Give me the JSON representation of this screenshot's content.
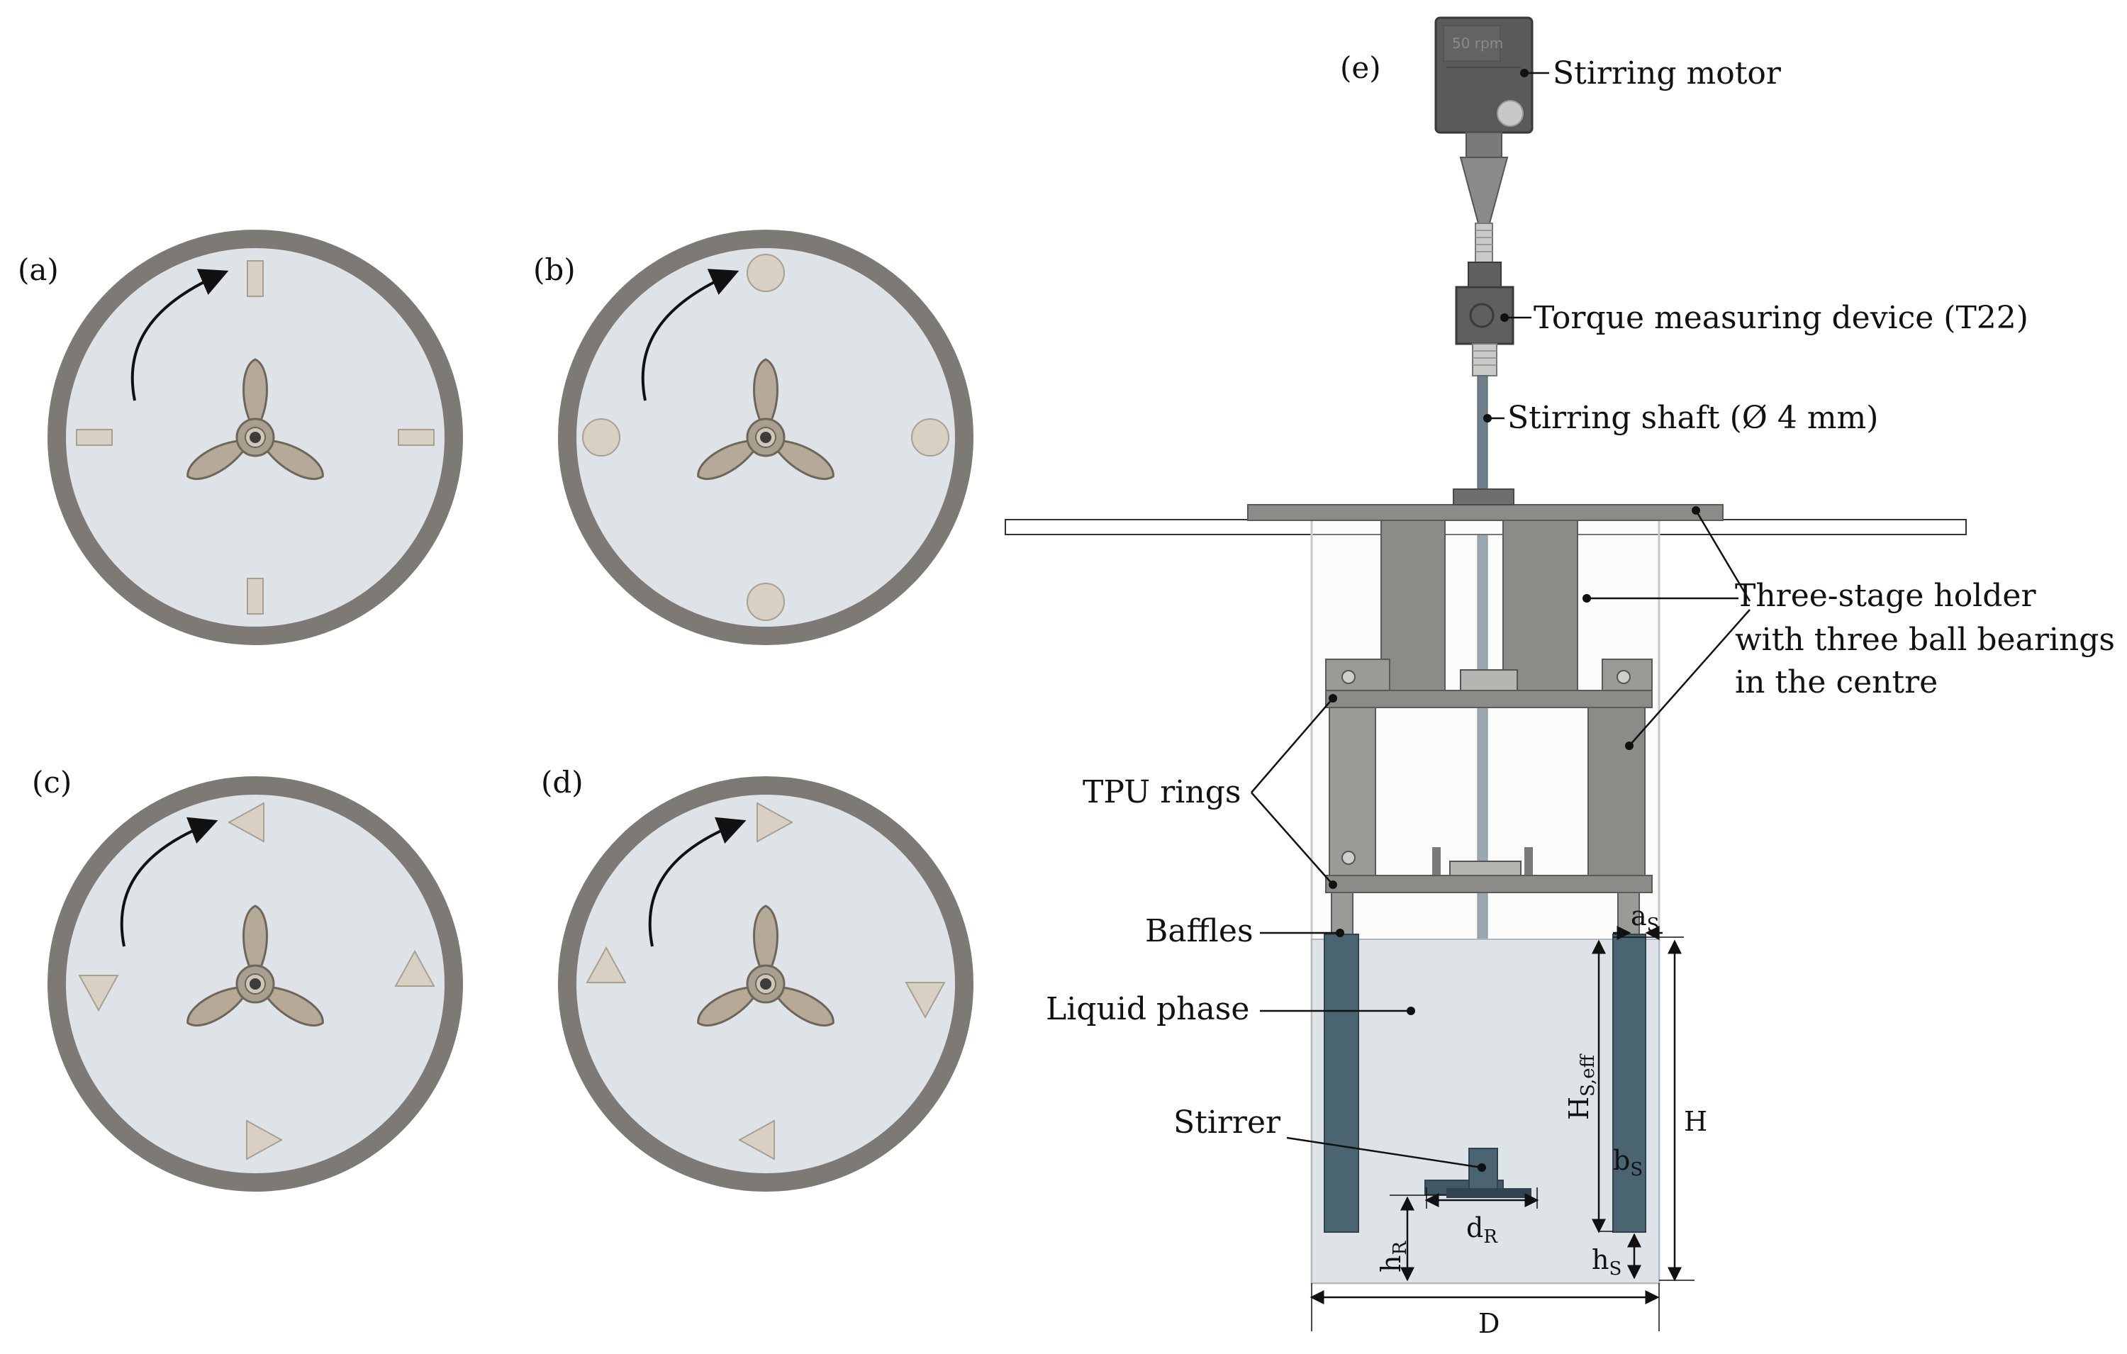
{
  "panels": {
    "a": "(a)",
    "b": "(b)",
    "c": "(c)",
    "d": "(d)",
    "e": "(e)"
  },
  "motor_display": "50 rpm",
  "labels": {
    "stirring_motor": "Stirring motor",
    "torque_device": "Torque measuring device (T22)",
    "stirring_shaft": "Stirring shaft (Ø 4 mm)",
    "holder_line1": "Three-stage holder",
    "holder_line2": "with three ball bearings",
    "holder_line3": "in the centre",
    "tpu_rings": "TPU rings",
    "baffles": "Baffles",
    "liquid_phase": "Liquid phase",
    "stirrer": "Stirrer"
  },
  "dimensions": {
    "a_s": {
      "main": "a",
      "sub": "S"
    },
    "h_s_eff": {
      "main": "H",
      "sub": "S,eff"
    },
    "H": {
      "main": "H",
      "sub": ""
    },
    "b_s": {
      "main": "b",
      "sub": "S"
    },
    "d_r": {
      "main": "d",
      "sub": "R"
    },
    "h_r": {
      "main": "h",
      "sub": "R"
    },
    "h_s": {
      "main": "h",
      "sub": "S"
    },
    "D": {
      "main": "D",
      "sub": ""
    }
  },
  "colors": {
    "vessel_wall": "#7d7a75",
    "liquid": "#dde3e7",
    "baffle_fill": "#d8d0c2",
    "impeller": "#b5aa98",
    "holder": "#8b8b88",
    "baffle_side": "#4b6472",
    "motor": "#5a5a58"
  }
}
